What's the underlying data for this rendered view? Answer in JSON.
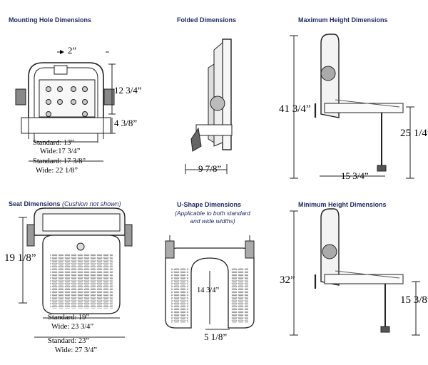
{
  "panels": {
    "mounting": {
      "title": "Mounting Hole Dimensions",
      "dims": {
        "top_width": "2”",
        "upper_height": "12 3/4”",
        "lower_height": "4 3/8”",
        "back_standard": "Standard: 13”",
        "back_wide": "Wide:17 3/4”",
        "frame_standard": "Standard: 17 3/8”",
        "frame_wide": "Wide: 22 1/8”"
      }
    },
    "folded": {
      "title": "Folded Dimensions",
      "dims": {
        "depth": "9 7/8”"
      }
    },
    "max_height": {
      "title": "Maximum Height Dimensions",
      "dims": {
        "overall": "41 3/4”",
        "seat": "25 1/4”",
        "depth": "15 3/4”"
      }
    },
    "seat": {
      "title": "Seat Dimensions",
      "title_note": "(Cushion not shown)",
      "dims": {
        "depth": "19 1/8”",
        "seat_standard": "Standard: 19”",
        "seat_wide": "Wide: 23 3/4”",
        "outer_standard": "Standard: 23”",
        "outer_wide": "Wide: 27 3/4”"
      }
    },
    "ushape": {
      "title": "U-Shape Dimensions",
      "subtitle_line1": "(Applicable to both standard",
      "subtitle_line2": "and wide widths)",
      "dims": {
        "depth": "14 3/4”",
        "width": "5 1/8”"
      }
    },
    "min_height": {
      "title": "Minimum Height Dimensions",
      "dims": {
        "overall": "32”",
        "seat": "15 3/8”"
      }
    }
  }
}
